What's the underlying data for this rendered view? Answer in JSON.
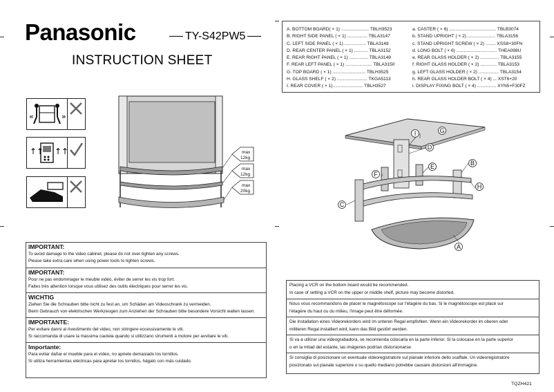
{
  "header": {
    "brand": "Panasonic",
    "model": "TY-S42PW5",
    "title": "INSTRUCTION  SHEET"
  },
  "figure_labels": {
    "shelf_max_top": [
      "max",
      "12kg"
    ],
    "shelf_max_mid": [
      "max",
      "12kg"
    ],
    "shelf_max_bottom": [
      "max",
      "20kg"
    ]
  },
  "important": [
    {
      "heading": "IMPORTANT:",
      "lines": [
        "To avoid damage to the video cabinet, please do not over-tighten any screws.",
        "Please take extra care when using power tools to tighten screws."
      ]
    },
    {
      "heading": "IMPORTANT:",
      "lines": [
        "Pour ne pas endommager le meuble vidéo, éviter de serrer les vis trop fort.",
        "Faites très attention lorsque vous utilisez des outils électriques pour serrer les vis."
      ]
    },
    {
      "heading": "WICHTIG",
      "lines": [
        "Ziehen Sie die Schrauben bitte nicht zu fest an, um Schäden am Videoschrank zu vermeiden.",
        "Beim Gebrauch von elektrischen Werkzeugen zum Anziehen der Schrauben bitte besondere Vorsicht walten lassen."
      ]
    },
    {
      "heading": "IMPORTANTE:",
      "lines": [
        "Per evitare danni al rivestimento del video, non stringere eccessivamente le viti.",
        "Si raccomanda di usare la massima cautela quando si utilizzano strumenti a motore per avvitare le viti."
      ]
    },
    {
      "heading": "Importante:",
      "lines": [
        "Para evitar dañar el mueble para el vídeo, no apriete demasiado los tornillos.",
        "Si utiliza herramientas eléctricas para apretar los tornillos, hágalo con más cuidado."
      ]
    }
  ],
  "parts_left": [
    "A.  BOTTOM BOARD( ×  1) ...................... TBLH3523",
    "B. RIGHT SIDE PANEL ( ×     1) ................ TBLA3147",
    "C. LEFT SIDE PANEL ( ×     1) ................. TBLA3148",
    "D. REAR CENTER PANEL ( ×     1) ........... TBLA3152",
    "E. REAR RIGHT PANEL ( ×    1) ............... TBLA3149",
    "F.  REAR LEFT PANEL ( ×  1) ..................... TBLA3150",
    "G. TOP BOARD ( ×     1) .......................... TBLH3525",
    "H. GLASS SHELF ( ×     2) ........................ TKGA5113",
    "I. REAR COVER ( ×     1)........................ TBLH3527"
  ],
  "parts_right": [
    "a.  CASTER ( ×  6) ..................................... TBLB3074",
    "b.  STAND UPRIGHT ( ×  2) ...................... TBLA3156",
    "c.  STAND UPRIGHT SCREW ( ×  2) ........ XSS8+30FN",
    "d.  LONG BOLT ( ×  6) ................................ THEA098U",
    "e.  REAR GLASS HOLDER ( ×  2) ............... TBLA3155",
    "f.   RIGHT GLASS HOLDER ( ×  2) ............. TBLA3153",
    "g.  LEFT GLASS HOLDER ( ×  2) ................ TBLA3154",
    "h.  REAR GLASS HOLDER BOLT ( ×  4) ... XST6+20",
    "i.   DISPLAY FIXING BOLT ( ×  4) ............... XYN5+F30FZ"
  ],
  "diagram_labels": [
    "I",
    "G",
    "D",
    "E",
    "B",
    "F",
    "H",
    "C",
    "A"
  ],
  "vcr_notes": [
    [
      "Placing a VCR on the bottom board would be recommended.",
      "In case of setting a VCR on the upper or middle shelf, picture may become distorted."
    ],
    [
      "Nous vous recommandons de placer le magnétoscope sur l'étagère du bas. Si le magnétoscope est placé sur",
      "l'étagère du haut ou du milieu, l'image peut être déformée."
    ],
    [
      "Die Installation eines Videorekorders wird im unteren Regal empfohlen. Wenn ein Videorekorder im oberen oder",
      "mittleren Regal installiert wird, kann das Bild gestört werden."
    ],
    [
      "Si va a utilizar una videograbadora, se recomienda colocarla en la parte inferior.  Si la colocase en la parte superior",
      "o en la mitad del estante, las imágenes podrían distorsionarse."
    ],
    [
      "Si consiglia di posizionare un eventuale videoregistratore sul pianale inferiore dello scaffale. Un videoregistratore",
      "posizionato sul pianale superiore o su quello mediano potrebbe causare distorsioni all'immagine."
    ]
  ],
  "doc_code": "TQZH421"
}
